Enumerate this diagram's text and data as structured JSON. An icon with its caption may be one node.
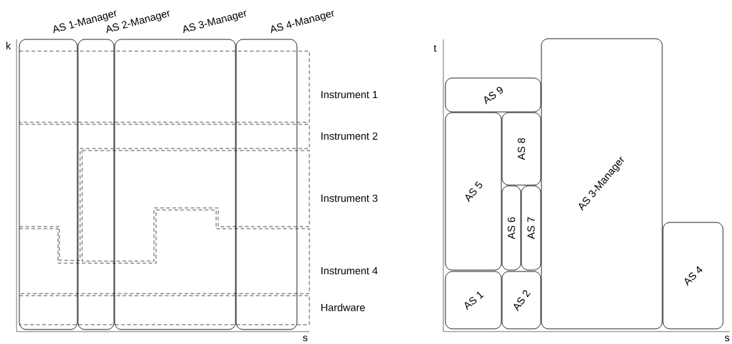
{
  "diagram": {
    "nodes": [
      {
        "text": [
          "AS 1-Manager"
        ]
      },
      {
        "text": [
          "AS 2-Manager"
        ]
      },
      {
        "text": [
          "AS 3-Manager"
        ]
      },
      {
        "text": [
          "AS 4-Manager"
        ]
      },
      {
        "text": [
          "AS 9"
        ]
      },
      {
        "text": [
          "AS 5"
        ]
      },
      {
        "text": [
          "AS 8"
        ]
      },
      {
        "text": [
          "AS 6"
        ]
      },
      {
        "text": [
          "AS 7"
        ]
      },
      {
        "text": [
          "AS 1"
        ]
      },
      {
        "text": [
          "AS 2"
        ]
      },
      {
        "text": [
          "AS 3-Manager"
        ]
      },
      {
        "text": [
          "AS 4"
        ]
      }
    ],
    "labels": [
      "k",
      "Instrument 1",
      "Instrument 2",
      "Instrument 3",
      "Instrument 4",
      "Hardware",
      "s",
      "t",
      "s"
    ]
  }
}
